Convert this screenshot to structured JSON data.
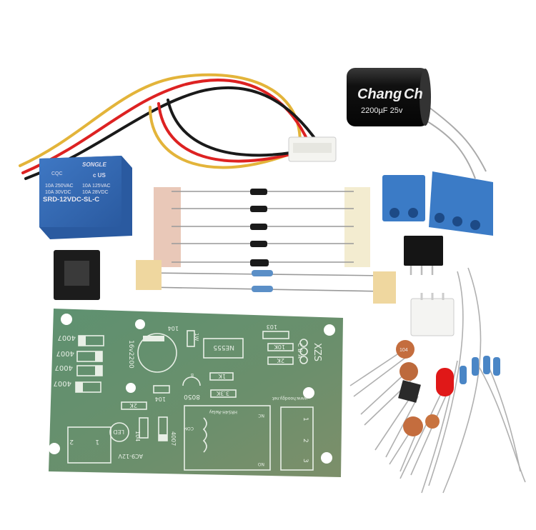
{
  "relay": {
    "brand": "SONGLE",
    "cert_left": "CQC",
    "cert_right": "c US",
    "rating_line1_left": "10A 250VAC",
    "rating_line1_right": "10A 125VAC",
    "rating_line2_left": "10A 30VDC",
    "rating_line2_right": "10A 28VDC",
    "model": "SRD-12VDC-SL-C"
  },
  "capacitor": {
    "brand": "Chang",
    "brand_repeat": "Ch",
    "rating": "2200µF 25v"
  },
  "ceramic_cap_marking": "104",
  "pcb": {
    "diode_labels": [
      "4007",
      "4007",
      "4007",
      "4007"
    ],
    "cap_label": "16v2200",
    "cap104_top": "104",
    "cap104_mid": "104",
    "cap104_bottom": "104",
    "cap103": "103",
    "ic": "NE555",
    "r10k": "10K",
    "r2k_top": "2K",
    "r1k": "1K",
    "r33k": "3.3K",
    "r2k_bottom": "2K",
    "transistor": "8050",
    "transistor_pin": "B",
    "led": "LED",
    "diode_bottom": "4007",
    "website": "www.hoodgy.net",
    "relay_silk": "HRS4H-Relay",
    "relay_com": "COM",
    "relay_nc": "NC",
    "relay_no": "NO",
    "pins_abc": [
      "A",
      "B",
      "C"
    ],
    "brand": "XZS",
    "power": "AC9-12V",
    "power_pins": [
      "1",
      "2"
    ],
    "output_pins": [
      "1",
      "2",
      "3"
    ],
    "resistor_1w": "1W"
  }
}
